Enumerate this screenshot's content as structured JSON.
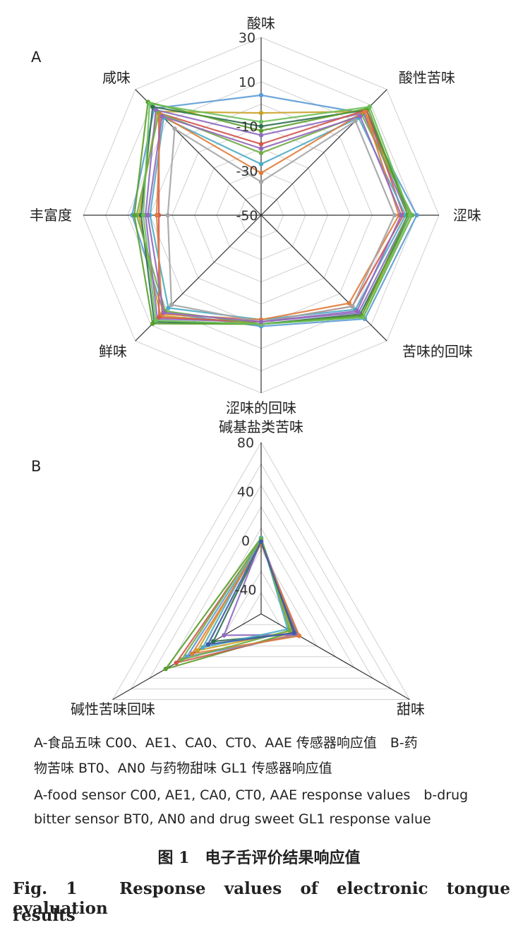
{
  "chart_data": [
    {
      "type": "radar",
      "panel_label": "A",
      "axes": [
        "酸味",
        "酸性苦味",
        "涩味",
        "苦味的回味",
        "涩味的回味",
        "鲜味",
        "丰富度",
        "咸味"
      ],
      "ticks": [
        "30",
        "10",
        "-10",
        "-30",
        "-50"
      ],
      "range": [
        -50,
        30
      ],
      "grid": true,
      "series": [
        {
          "values": [
            4,
            15,
            20,
            16,
            0,
            12,
            8,
            18
          ],
          "color": "#5b9bd5"
        },
        {
          "values": [
            -4,
            16,
            17,
            14,
            -1,
            14,
            5,
            16
          ],
          "color": "#c9a227"
        },
        {
          "values": [
            -10,
            17,
            17,
            13,
            -1,
            18,
            4,
            19
          ],
          "color": "#2f6f4f"
        },
        {
          "values": [
            -14,
            15,
            16,
            12,
            -2,
            16,
            2,
            17
          ],
          "color": "#8e6cc0"
        },
        {
          "values": [
            -18,
            17,
            14,
            8,
            -2,
            15,
            -4,
            15
          ],
          "color": "#d2584b"
        },
        {
          "values": [
            -22,
            14,
            18,
            15,
            -1,
            11,
            6,
            15
          ],
          "color": "#70ad47"
        },
        {
          "values": [
            -27,
            12,
            15,
            10,
            -3,
            9,
            0,
            12
          ],
          "color": "#4bacc6"
        },
        {
          "values": [
            -31,
            16,
            12,
            6,
            -3,
            13,
            -3,
            14
          ],
          "color": "#e07b39"
        },
        {
          "values": [
            -35,
            10,
            10,
            8,
            -2,
            7,
            -8,
            5
          ],
          "color": "#a5a5a5"
        },
        {
          "values": [
            -12,
            18,
            16,
            14,
            -1,
            19,
            7,
            22
          ],
          "color": "#5aa02c"
        },
        {
          "values": [
            -8,
            19,
            17,
            15,
            -1,
            17,
            3,
            21
          ],
          "color": "#6bbf59"
        },
        {
          "values": [
            -20,
            13,
            13,
            11,
            -2,
            12,
            1,
            13
          ],
          "color": "#9467bd"
        }
      ]
    },
    {
      "type": "radar",
      "panel_label": "B",
      "axes": [
        "碱基盐类苦味",
        "甜味",
        "碱性苦味回味"
      ],
      "ticks": [
        "80",
        "40",
        "0",
        "-40"
      ],
      "range": [
        -60,
        80
      ],
      "grid": true,
      "series": [
        {
          "values": [
            2,
            -30,
            30
          ],
          "color": "#5aa02c"
        },
        {
          "values": [
            0,
            -27,
            20
          ],
          "color": "#d2584b"
        },
        {
          "values": [
            -1,
            -25,
            10
          ],
          "color": "#5b9bd5"
        },
        {
          "values": [
            1,
            -32,
            0
          ],
          "color": "#c9a227"
        },
        {
          "values": [
            -2,
            -28,
            -15
          ],
          "color": "#2f6f4f"
        },
        {
          "values": [
            0,
            -26,
            -25
          ],
          "color": "#8e6cc0"
        },
        {
          "values": [
            2,
            -35,
            -5
          ],
          "color": "#4bacc6"
        },
        {
          "values": [
            -3,
            -24,
            5
          ],
          "color": "#e07b39"
        },
        {
          "values": [
            1,
            -33,
            15
          ],
          "color": "#70ad47"
        },
        {
          "values": [
            -1,
            -29,
            -10
          ],
          "color": "#3b5ba5"
        }
      ]
    }
  ],
  "caption": {
    "line1": "A-食品五味 C00、AE1、CA0、CT0、AAE 传感器响应值　B-药",
    "line2": "物苦味 BT0、AN0 与药物甜味 GL1 传感器响应值",
    "line3": "A-food sensor C00, AE1, CA0, CT0, AAE response values　b-drug",
    "line4": "bitter sensor BT0, AN0 and drug sweet GL1 response value"
  },
  "figure_title_cn": "图 1　电子舌评价结果响应值",
  "figure_title_en_line1": "Fig. 1　Response values of electronic tongue evaluation",
  "figure_title_en_line2": "results"
}
